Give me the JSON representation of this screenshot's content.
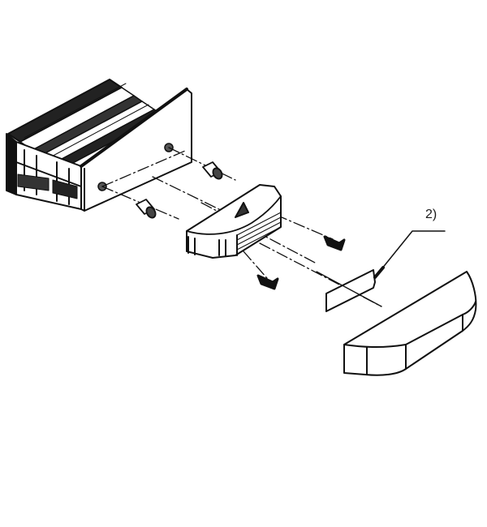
{
  "diagram": {
    "type": "exploded-assembly-drawing",
    "background": "#ffffff",
    "line_color": "#111111",
    "parts": [
      {
        "id": "aluminium-profile",
        "name": "Extruded aluminium profile with end plate"
      },
      {
        "id": "spacer-sleeves",
        "name": "Spacer sleeves (x2)"
      },
      {
        "id": "bracket",
        "name": "End bracket / holder"
      },
      {
        "id": "screws",
        "name": "Screws (x2)"
      },
      {
        "id": "label-plate",
        "name": "Label plate"
      },
      {
        "id": "end-cap",
        "name": "Rounded end cap"
      }
    ],
    "callouts": [
      {
        "label": "2)",
        "target": "label-plate"
      }
    ]
  }
}
